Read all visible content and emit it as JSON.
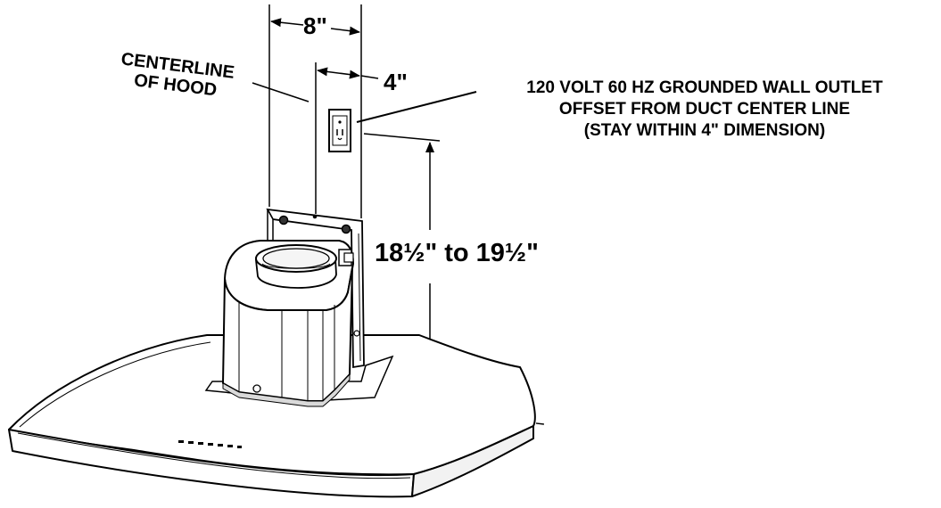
{
  "dimensions": {
    "duct_width": "8\"",
    "outlet_offset": "4\"",
    "outlet_height": "18½\" to 19½\""
  },
  "centerline_label": {
    "line1": "CENTERLINE",
    "line2": "OF HOOD"
  },
  "outlet_note": {
    "line1": "120 VOLT 60 HZ GROUNDED WALL OUTLET",
    "line2": "OFFSET FROM DUCT CENTER LINE",
    "line3": "(STAY WITHIN 4\" DIMENSION)"
  },
  "colors": {
    "line": "#000000",
    "fill": "#ffffff",
    "shade": "#e6e6e6"
  }
}
